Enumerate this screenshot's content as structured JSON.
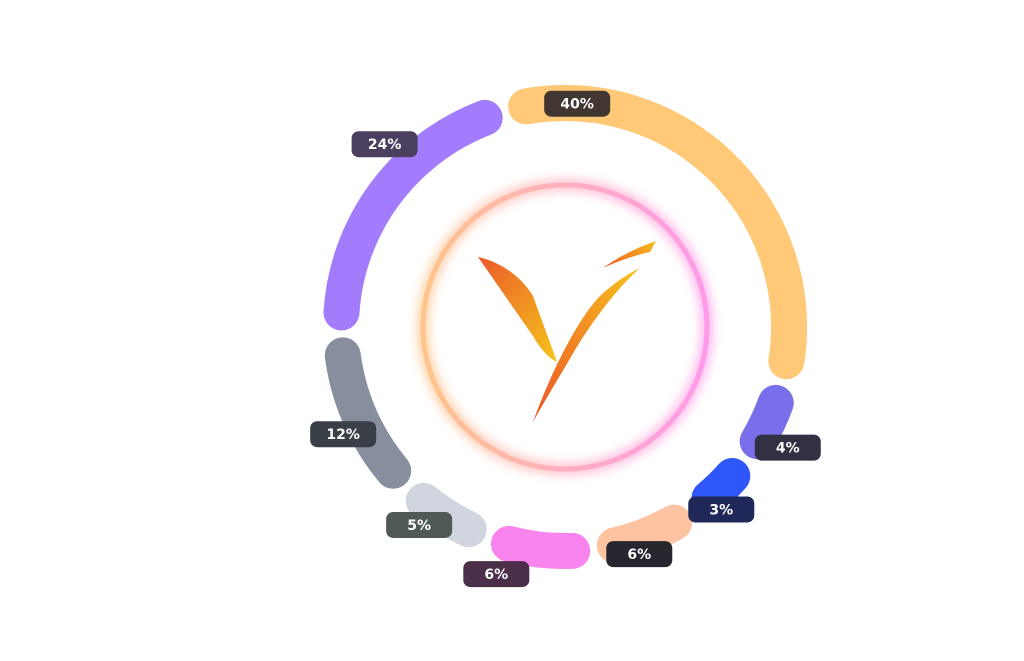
{
  "chart_data": {
    "type": "pie",
    "variant": "segmented-donut",
    "labels_shown": [
      "40%",
      "4%",
      "3%",
      "6%",
      "6%",
      "5%",
      "12%",
      "24%"
    ],
    "values": [
      40,
      4,
      3,
      6,
      6,
      5,
      12,
      24
    ],
    "unit": "%",
    "segment_colors": [
      "#FFC978",
      "#7A6FEB",
      "#2F57F7",
      "#FEC4A2",
      "#FA84EF",
      "#D0D5E0",
      "#878E9E",
      "#A27CFD"
    ],
    "label_bg_colors": [
      "#413730",
      "#323043",
      "#1F2859",
      "#26272E",
      "#4A2E4A",
      "#4F5A56",
      "#3A3E47",
      "#4A3F5E"
    ],
    "center_logo": "orange-yellow-v-logo",
    "center_ring_colors": [
      "#FFB085",
      "#FF9EE5"
    ]
  }
}
